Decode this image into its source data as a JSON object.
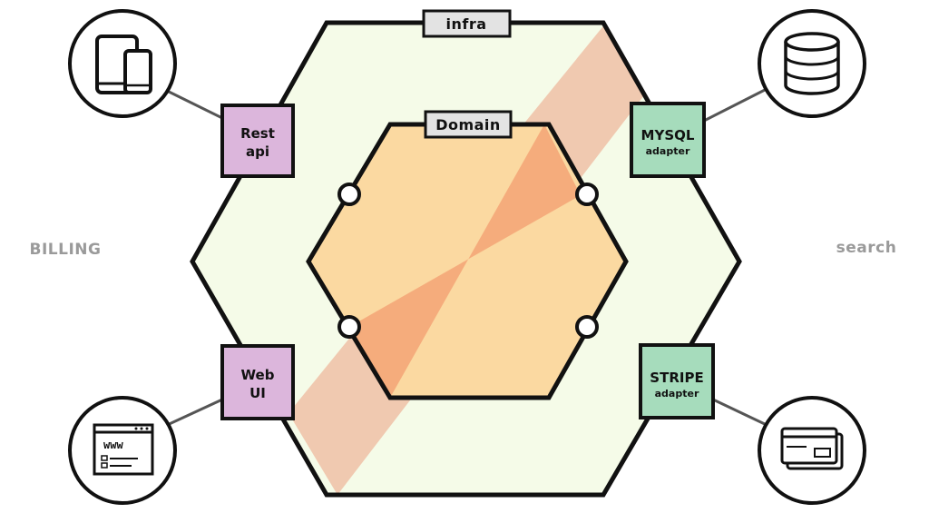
{
  "layers": {
    "infra_label": "infra",
    "domain_label": "Domain"
  },
  "side_labels": {
    "left": "BILLING",
    "right": "search"
  },
  "adapters": {
    "rest_api": {
      "line1": "Rest",
      "line2": "api"
    },
    "web_ui": {
      "line1": "Web",
      "line2": "UI"
    },
    "mysql": {
      "line1": "MYSQL",
      "line2": "adapter"
    },
    "stripe": {
      "line1": "STRIPE",
      "line2": "adapter"
    }
  },
  "icons": {
    "mobile": "mobile-devices-icon",
    "browser": "browser-window-icon",
    "database": "database-icon",
    "card": "credit-card-icon",
    "browser_text": "www"
  },
  "colors": {
    "infra_fill": "#f5fbe8",
    "domain_fill": "#fbd9a1",
    "beam_outer": "#f0c9b0",
    "beam_inner": "#f5ac7c",
    "driving_adapter": "#dcb6dc",
    "driven_adapter": "#a6dcbc",
    "label_box": "#e3e3e3"
  }
}
